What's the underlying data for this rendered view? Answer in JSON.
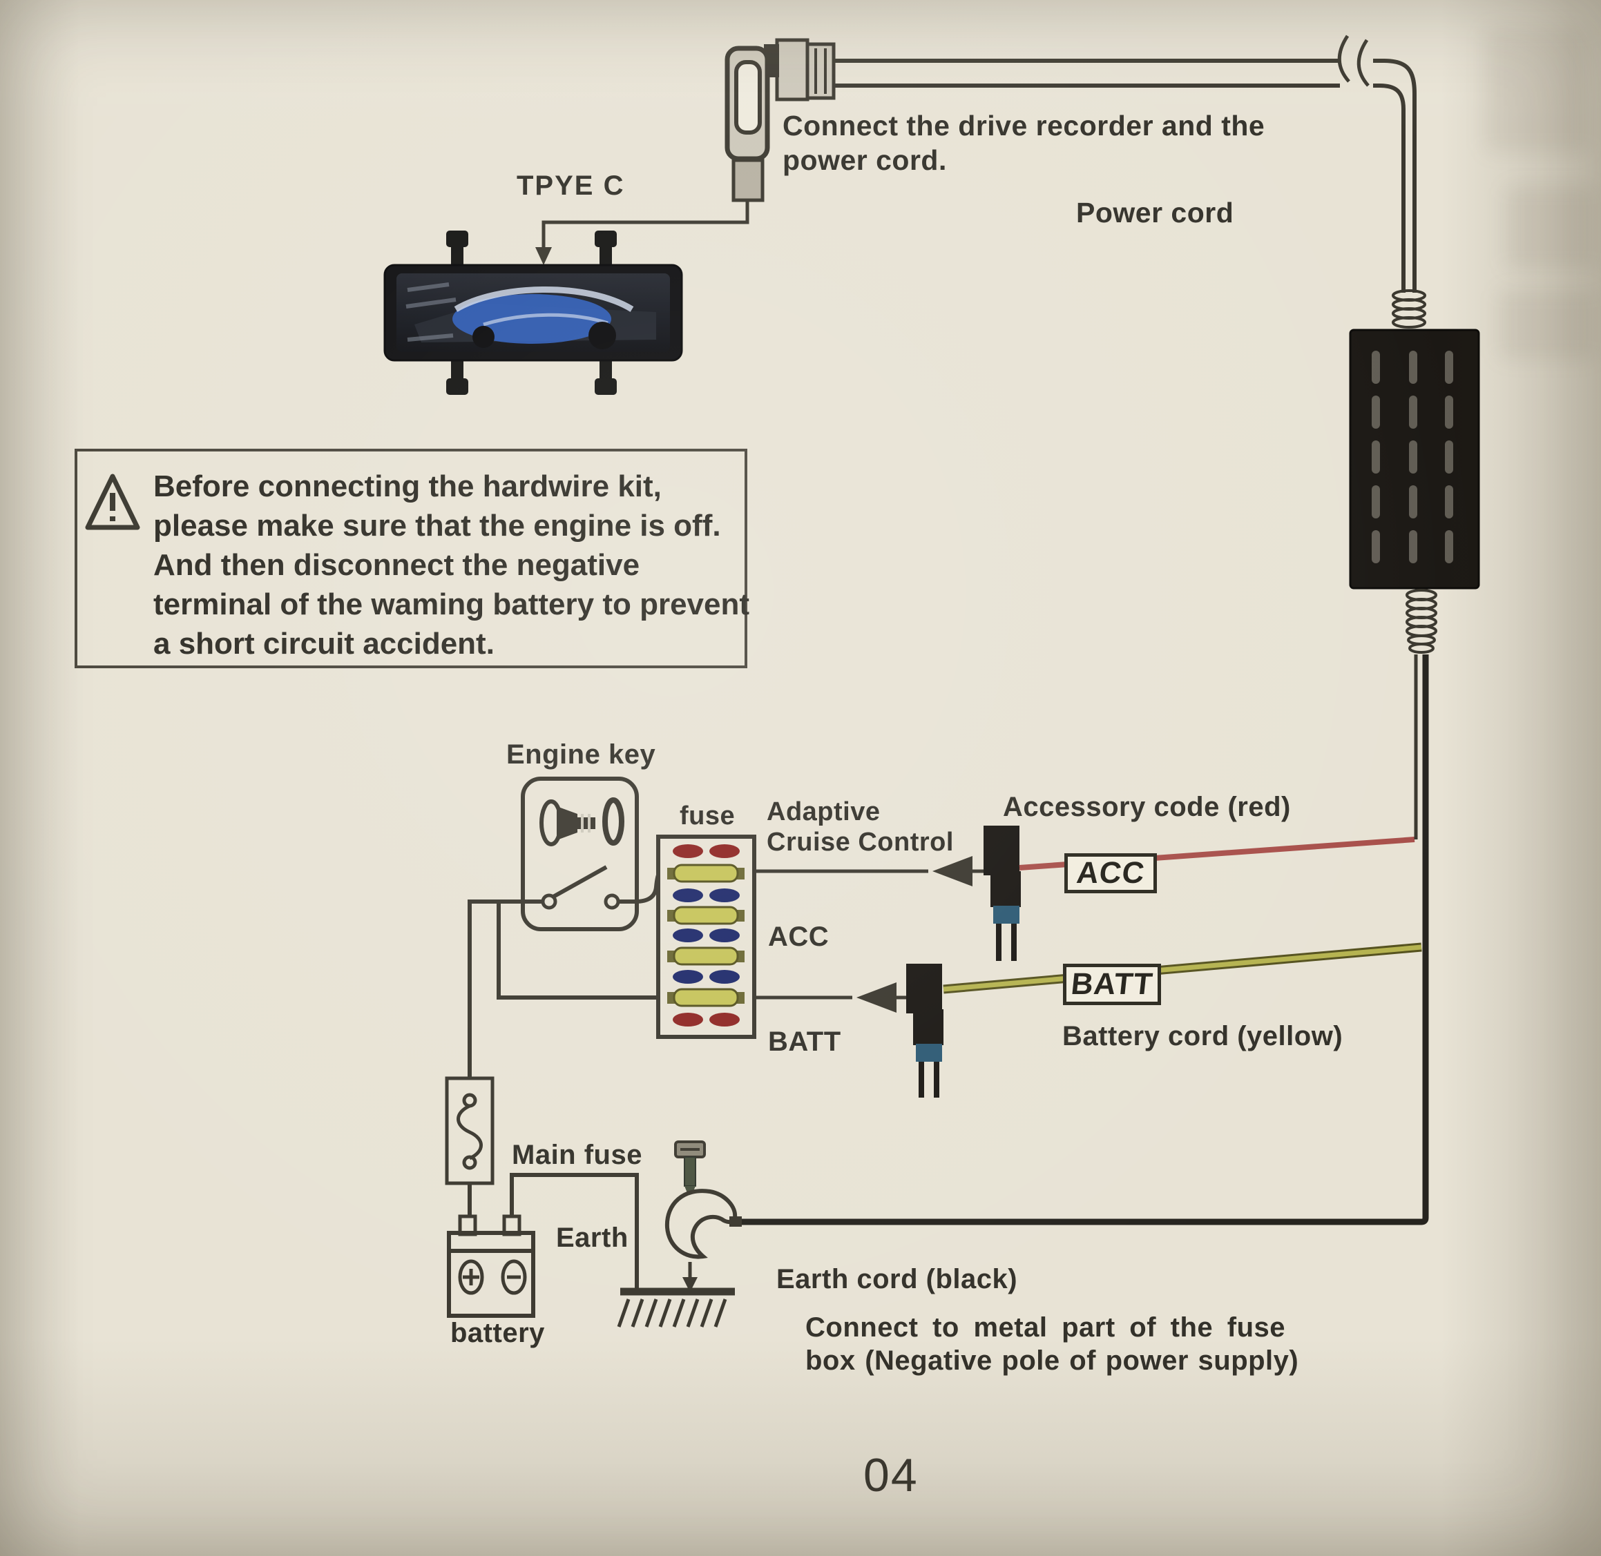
{
  "colors": {
    "paper": "#e8e3d5",
    "line": "#3b382f",
    "accessory_wire": "#a8504b",
    "battery_wire": "#b5b350",
    "earth_wire": "#26241f",
    "fuse_red": "#8e2623",
    "fuse_yellow": "#c6c45a",
    "fuse_blue": "#1f2a6b",
    "connector_blue": "#2d5a74",
    "device_black": "#1b1814"
  },
  "header": {
    "type_c_label": "TPYE C",
    "connect_note_line1": "Connect the drive recorder and the",
    "connect_note_line2": "power cord.",
    "power_cord_label": "Power cord"
  },
  "warning": {
    "line1": "Before connecting the hardwire kit,",
    "line2": "please make sure that the engine is off.",
    "line3": "And then disconnect the negative",
    "line4": "terminal of the waming battery to prevent",
    "line5": "a short circuit accident."
  },
  "diagram": {
    "engine_key_label": "Engine key",
    "fuse_label": "fuse",
    "adaptive_line1": "Adaptive",
    "adaptive_line2": "Cruise Control",
    "accessory_code_label": "Accessory code (red)",
    "acc_row_label": "ACC",
    "acc_tag": "ACC",
    "batt_row_label": "BATT",
    "batt_tag": "BATT",
    "battery_cord_label": "Battery cord (yellow)",
    "main_fuse_label": "Main fuse",
    "earth_label": "Earth",
    "battery_label": "battery",
    "earth_cord_label": "Earth cord (black)",
    "earth_note_line1": "Connect to metal part of the fuse",
    "earth_note_line2": "box (Negative pole of power supply)",
    "fuse_colors": [
      "red",
      "yellow",
      "blue",
      "yellow",
      "blue",
      "yellow",
      "blue",
      "yellow",
      "red"
    ]
  },
  "footer": {
    "page_number": "04"
  }
}
